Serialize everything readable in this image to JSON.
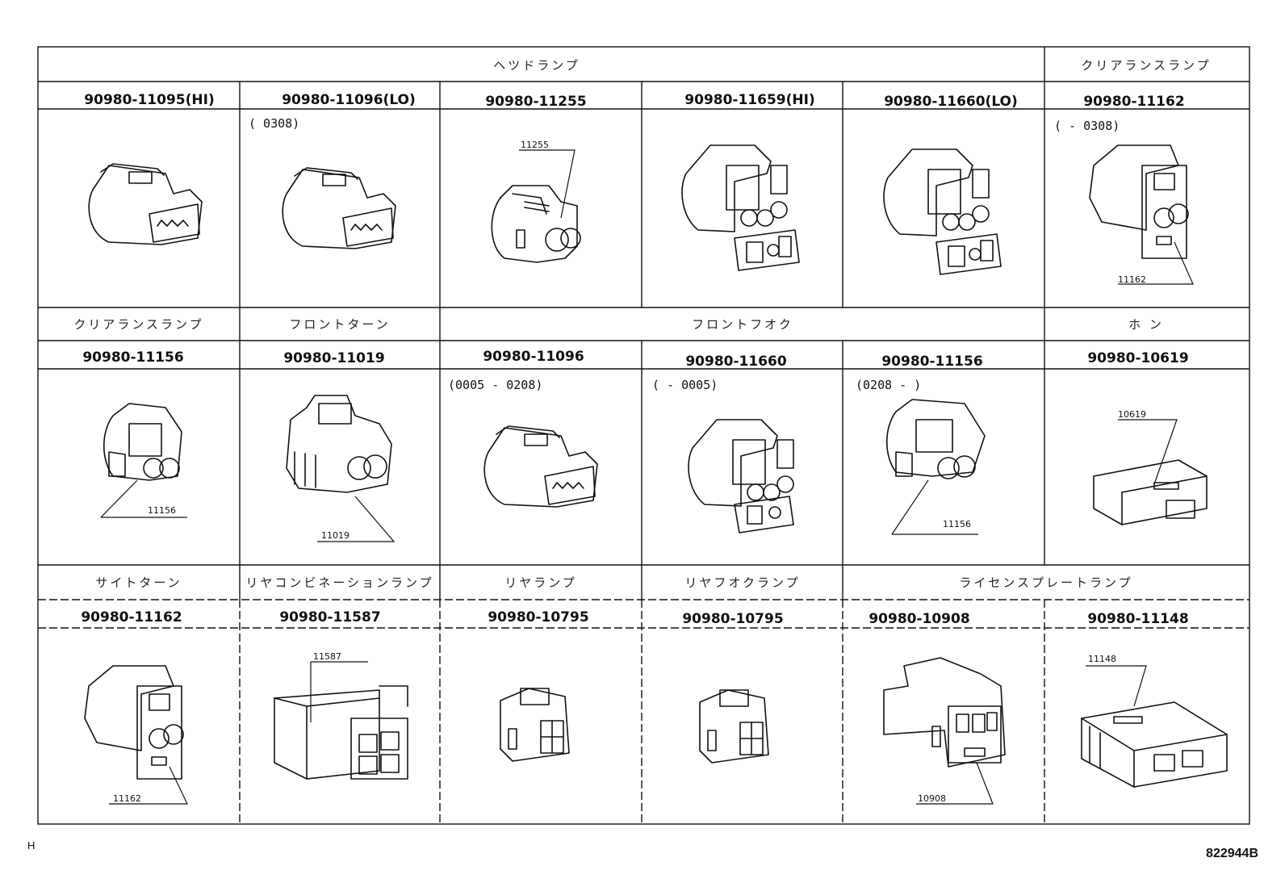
{
  "categories": {
    "headlamp": "ヘツドランプ",
    "clearance_r1": "クリアランスランプ",
    "clearance_r2": "クリアランスランプ",
    "front_turn": "フロントターン",
    "front_fog": "フロントフオク",
    "horn": "ホ  ン",
    "side_turn": "サイトターン",
    "rear_combination": "リヤコンビネーションランプ",
    "rear_lamp": "リヤランプ",
    "rear_fog": "リヤフオクランプ",
    "license": "ライセンスプレートランプ"
  },
  "cells": [
    {
      "part": "90980-11095(HI)",
      "note": "",
      "callout": ""
    },
    {
      "part": "90980-11096(LO)",
      "note": "(    0308)",
      "callout": ""
    },
    {
      "part": "90980-11255",
      "note": "",
      "callout": "11255"
    },
    {
      "part": "90980-11659(HI)",
      "note": "",
      "callout": ""
    },
    {
      "part": "90980-11660(LO)",
      "note": "",
      "callout": ""
    },
    {
      "part": "90980-11162",
      "note": "(   - 0308)",
      "callout": "11162"
    },
    {
      "part": "90980-11156",
      "note": "",
      "callout": "11156"
    },
    {
      "part": "90980-11019",
      "note": "",
      "callout": "11019"
    },
    {
      "part": "90980-11096",
      "note": "(0005 - 0208)",
      "callout": ""
    },
    {
      "part": "90980-11660",
      "note": "(   - 0005)",
      "callout": ""
    },
    {
      "part": "90980-11156",
      "note": "(0208 -   )",
      "callout": "11156"
    },
    {
      "part": "90980-10619",
      "note": "",
      "callout": "10619"
    },
    {
      "part": "90980-11162",
      "note": "",
      "callout": "11162"
    },
    {
      "part": "90980-11587",
      "note": "",
      "callout": "11587"
    },
    {
      "part": "90980-10795",
      "note": "",
      "callout": ""
    },
    {
      "part": "90980-10795",
      "note": "",
      "callout": ""
    },
    {
      "part": "90980-10908",
      "note": "",
      "callout": "10908"
    },
    {
      "part": "90980-11148",
      "note": "",
      "callout": "11148"
    }
  ],
  "footer": {
    "page_mark": "H",
    "drawing_id": "822944B"
  }
}
